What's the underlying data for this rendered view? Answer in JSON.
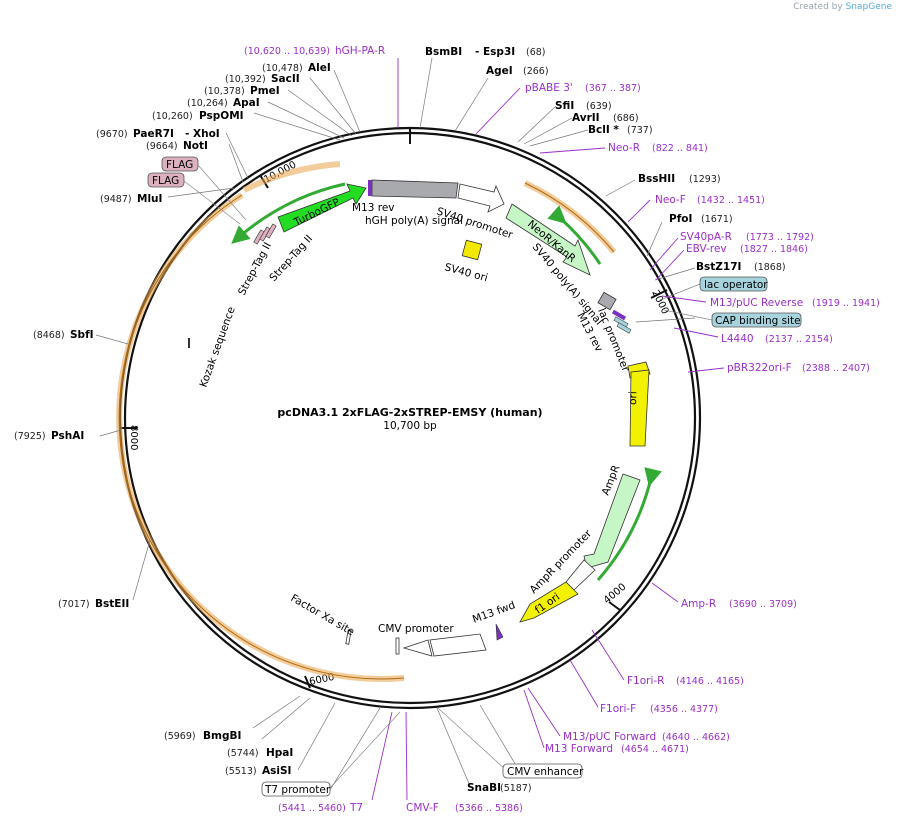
{
  "credit": {
    "prefix": "Created by",
    "brand": "SnapGene"
  },
  "plasmid": {
    "name": "pcDNA3.1 2xFLAG-2xSTREP-EMSY (human)",
    "size": "10,700 bp"
  },
  "ticks": [
    "2000",
    "4000",
    "6000",
    "8000",
    "10,000"
  ],
  "enzymes": [
    {
      "name": "BsmBI",
      "pos": ""
    },
    {
      "name": "- Esp3I",
      "pos": "(68)"
    },
    {
      "name": "AgeI",
      "pos": "(266)"
    },
    {
      "name": "SfiI",
      "pos": "(639)"
    },
    {
      "name": "AvrII",
      "pos": "(686)"
    },
    {
      "name": "BclI *",
      "pos": "(737)"
    },
    {
      "name": "BssHII",
      "pos": "(1293)"
    },
    {
      "name": "PfoI",
      "pos": "(1671)"
    },
    {
      "name": "BstZ17I",
      "pos": "(1868)"
    },
    {
      "name": "SnaBI",
      "pos": "(5187)"
    },
    {
      "name": "AsiSI",
      "pos": "(5513)"
    },
    {
      "name": "HpaI",
      "pos": "(5744)"
    },
    {
      "name": "BmgBI",
      "pos": "(5969)"
    },
    {
      "name": "BstEII",
      "pos": "(7017)"
    },
    {
      "name": "PshAI",
      "pos": "(7925)"
    },
    {
      "name": "SbfI",
      "pos": "(8468)"
    },
    {
      "name": "MluI",
      "pos": "(9487)"
    },
    {
      "name": "NotI",
      "pos": "(9664)"
    },
    {
      "name": "PaeR7I",
      "pos": "(9670)"
    },
    {
      "name": "- XhoI",
      "pos": ""
    },
    {
      "name": "PspOMI",
      "pos": "(10,260)"
    },
    {
      "name": "ApaI",
      "pos": "(10,264)"
    },
    {
      "name": "PmeI",
      "pos": "(10,378)"
    },
    {
      "name": "SacII",
      "pos": "(10,392)"
    },
    {
      "name": "AleI",
      "pos": "(10,478)"
    }
  ],
  "primers": [
    {
      "name": "hGH-PA-R",
      "pos": "(10,620 .. 10,639)"
    },
    {
      "name": "pBABE 3'",
      "pos": "(367 .. 387)"
    },
    {
      "name": "Neo-R",
      "pos": "(822 .. 841)"
    },
    {
      "name": "Neo-F",
      "pos": "(1432 .. 1451)"
    },
    {
      "name": "SV40pA-R",
      "pos": "(1773 .. 1792)"
    },
    {
      "name": "EBV-rev",
      "pos": "(1827 .. 1846)"
    },
    {
      "name": "M13/pUC Reverse",
      "pos": "(1919 .. 1941)"
    },
    {
      "name": "L4440",
      "pos": "(2137 .. 2154)"
    },
    {
      "name": "pBR322ori-F",
      "pos": "(2388 .. 2407)"
    },
    {
      "name": "Amp-R",
      "pos": "(3690 .. 3709)"
    },
    {
      "name": "F1ori-R",
      "pos": "(4146 .. 4165)"
    },
    {
      "name": "F1ori-F",
      "pos": "(4356 .. 4377)"
    },
    {
      "name": "M13/pUC Forward",
      "pos": "(4640 .. 4662)"
    },
    {
      "name": "M13 Forward",
      "pos": "(4654 .. 4671)"
    },
    {
      "name": "CMV-F",
      "pos": "(5366 .. 5386)"
    },
    {
      "name": "T7",
      "pos": "(5441 .. 5460)"
    }
  ],
  "boxed": [
    "lac operator",
    "CAP binding site",
    "CMV enhancer",
    "T7 promoter",
    "FLAG",
    "FLAG"
  ],
  "features": [
    "TurboGFP",
    "M13 rev",
    "hGH poly(A) signal",
    "SV40 promoter",
    "NeoR/KanR",
    "SV40 ori",
    "SV40 poly(A) signal",
    "M13 rev",
    "lac promoter",
    "ori",
    "AmpR",
    "AmpR promoter",
    "f1 ori",
    "M13 fwd",
    "CMV promoter",
    "Factor Xa site",
    "Kozak sequence",
    "Strep-Tag II",
    "Strep-Tag II"
  ],
  "colors": {
    "backbone": "#111111",
    "purple": "#9b2fc9",
    "orange": "#e8a248",
    "green_arrow": "#33cc33",
    "gfp": "#22dd22",
    "yellow": "#f2f200",
    "light_green": "#c6f5c6",
    "gray": "#a8aaad",
    "pink": "#dcb0bf",
    "teal": "#a7d3de"
  }
}
